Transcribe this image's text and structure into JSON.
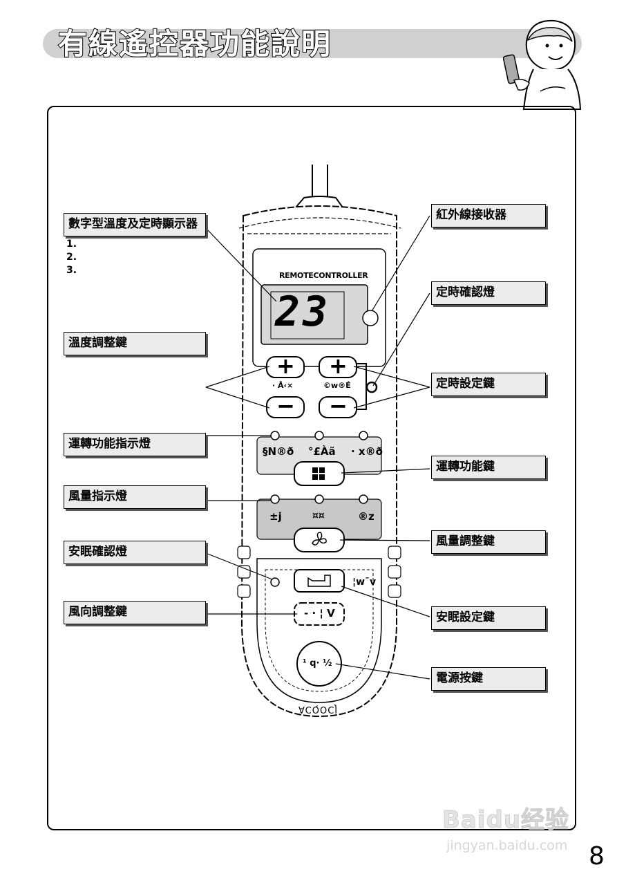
{
  "header": {
    "title": "有線遙控器功能說明"
  },
  "callouts": {
    "display": "數字型溫度及定時顯示器",
    "display_items": [
      "1.",
      "2.",
      "3."
    ],
    "ir_receiver": "紅外線接收器",
    "timer_confirm_lamp": "定時確認燈",
    "temp_keys": "溫度調整鍵",
    "timer_keys": "定時設定鍵",
    "mode_lamps": "運轉功能指示燈",
    "mode_key": "運轉功能鍵",
    "fan_lamps": "風量指示燈",
    "fan_key": "風量調整鍵",
    "sleep_lamp": "安眠確認燈",
    "sleep_key": "安眠設定鍵",
    "swing_key": "風向調整鍵",
    "power_key": "電源按鍵"
  },
  "remote": {
    "brand": "REMOTECONTROLLER",
    "display_value": "23",
    "plus": "+",
    "minus": "−",
    "temp_caption": "· Å‹×",
    "timer_caption": "©w®É",
    "mode_labels": [
      "§N®ð",
      "°£Àã",
      "· x®ð"
    ],
    "fan_labels": [
      "±j",
      "¤¤",
      "®z"
    ],
    "sleep_caption": "¦w¯v",
    "swing_caption": "- · ¦ V",
    "power_caption": "¹ q· ½",
    "bottom_mark": "ACQOCJ"
  },
  "watermark": {
    "logo": "Baidu经验",
    "url": "jingyan.baidu.com"
  },
  "page_number": "8"
}
